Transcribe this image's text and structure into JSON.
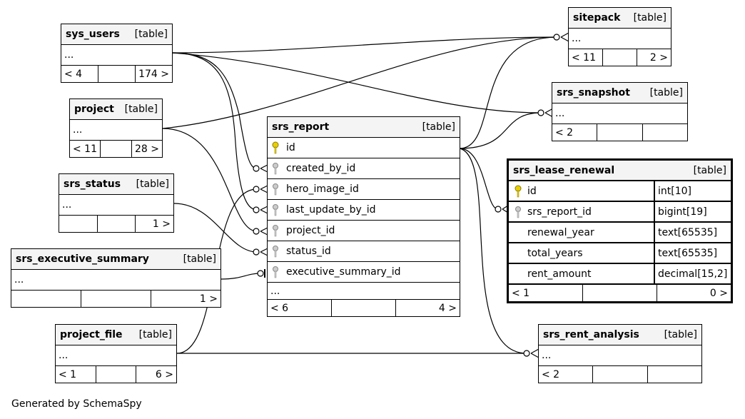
{
  "table_suffix": "[table]",
  "ellipsis": "...",
  "tables": {
    "sys_users": {
      "name": "sys_users",
      "footer": [
        "< 4",
        "",
        "174 >"
      ]
    },
    "project": {
      "name": "project",
      "footer": [
        "< 11",
        "",
        "28 >"
      ]
    },
    "srs_status": {
      "name": "srs_status",
      "footer": [
        "",
        "",
        "1 >"
      ]
    },
    "srs_executive_summary": {
      "name": "srs_executive_summary",
      "footer": [
        "",
        "",
        "1 >"
      ]
    },
    "project_file": {
      "name": "project_file",
      "footer": [
        "< 1",
        "",
        "6 >"
      ]
    },
    "sitepack": {
      "name": "sitepack",
      "footer": [
        "< 11",
        "",
        "2 >"
      ]
    },
    "srs_snapshot": {
      "name": "srs_snapshot",
      "footer": [
        "< 2",
        "",
        ""
      ]
    },
    "srs_rent_analysis": {
      "name": "srs_rent_analysis",
      "footer": [
        "< 2",
        "",
        ""
      ]
    },
    "srs_report": {
      "name": "srs_report",
      "columns": [
        "id",
        "created_by_id",
        "hero_image_id",
        "last_update_by_id",
        "project_id",
        "status_id",
        "executive_summary_id"
      ],
      "footer": [
        "< 6",
        "",
        "4 >"
      ]
    },
    "srs_lease_renewal": {
      "name": "srs_lease_renewal",
      "columns": [
        {
          "name": "id",
          "type": "int[10]"
        },
        {
          "name": "srs_report_id",
          "type": "bigint[19]"
        },
        {
          "name": "renewal_year",
          "type": "text[65535]"
        },
        {
          "name": "total_years",
          "type": "text[65535]"
        },
        {
          "name": "rent_amount",
          "type": "decimal[15,2]"
        }
      ],
      "footer": [
        "< 1",
        "",
        "0 >"
      ]
    }
  },
  "generated_by": "Generated by SchemaSpy"
}
